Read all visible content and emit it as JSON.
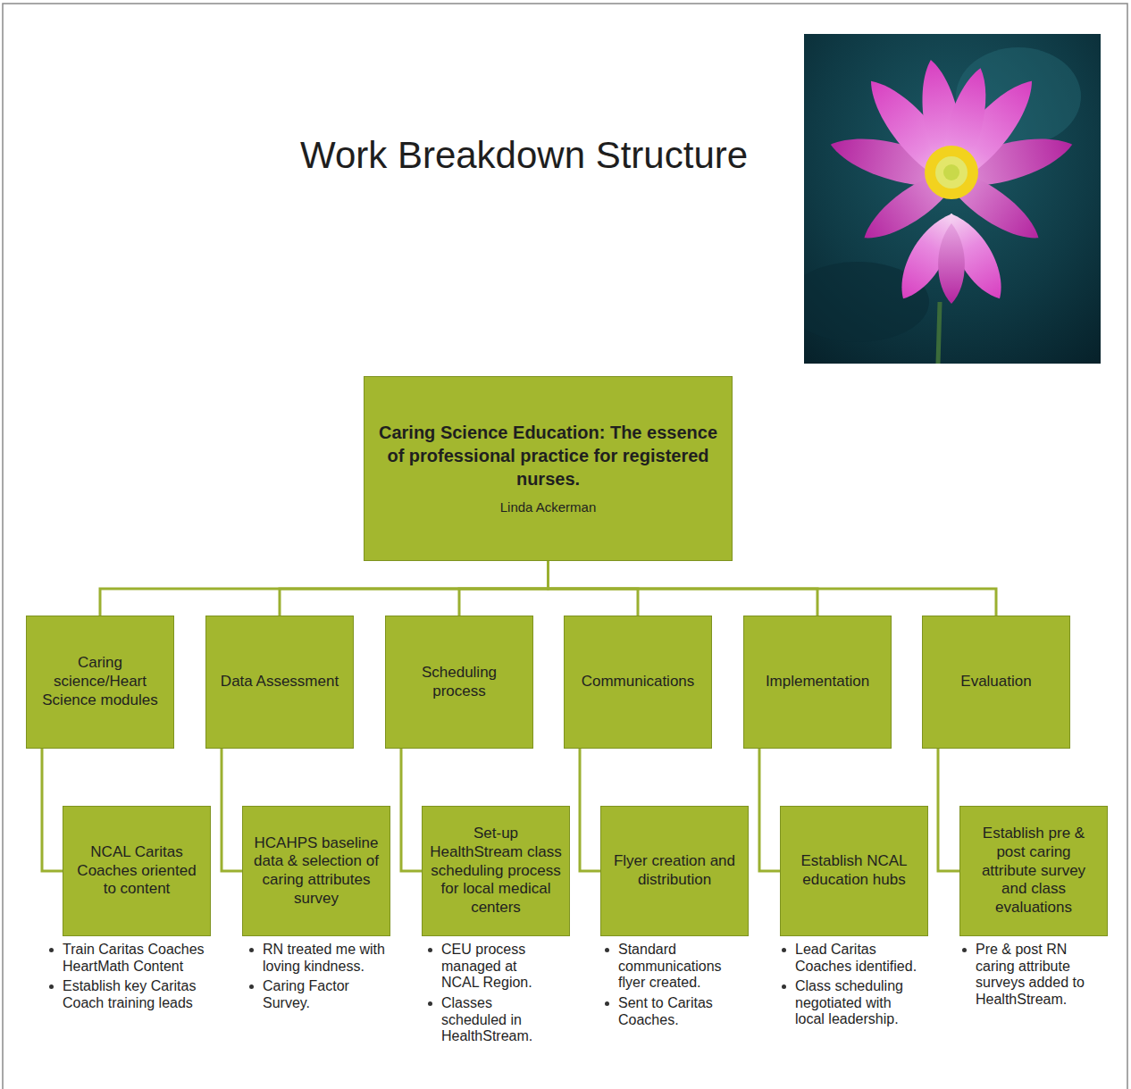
{
  "diagram": {
    "title": "Work Breakdown Structure",
    "nodes": [
      {
        "text": [
          "Caring Science Education: The essence of professional practice for registered nurses.",
          "Linda Ackerman"
        ]
      },
      {
        "text": [
          "Caring science/Heart Science modules"
        ]
      },
      {
        "text": [
          "Data Assessment"
        ]
      },
      {
        "text": [
          "Scheduling process"
        ]
      },
      {
        "text": [
          "Communications"
        ]
      },
      {
        "text": [
          "Implementation"
        ]
      },
      {
        "text": [
          "Evaluation"
        ]
      },
      {
        "text": [
          "NCAL Caritas Coaches oriented to content"
        ]
      },
      {
        "text": [
          "HCAHPS baseline data & selection of caring attributes survey"
        ]
      },
      {
        "text": [
          "Set-up HealthStream class scheduling process for local medical centers"
        ]
      },
      {
        "text": [
          "Flyer creation and distribution"
        ]
      },
      {
        "text": [
          "Establish NCAL education hubs"
        ]
      },
      {
        "text": [
          "Establish pre & post caring attribute survey and class evaluations"
        ]
      }
    ],
    "edges": [
      {
        "from": 0,
        "to": 1,
        "arrow": "none"
      },
      {
        "from": 0,
        "to": 2,
        "arrow": "none"
      },
      {
        "from": 0,
        "to": 3,
        "arrow": "none"
      },
      {
        "from": 0,
        "to": 4,
        "arrow": "none"
      },
      {
        "from": 0,
        "to": 5,
        "arrow": "none"
      },
      {
        "from": 0,
        "to": 6,
        "arrow": "none"
      },
      {
        "from": 1,
        "to": 7,
        "arrow": "none"
      },
      {
        "from": 2,
        "to": 8,
        "arrow": "none"
      },
      {
        "from": 3,
        "to": 9,
        "arrow": "none"
      },
      {
        "from": 4,
        "to": 10,
        "arrow": "none"
      },
      {
        "from": 5,
        "to": 11,
        "arrow": "none"
      },
      {
        "from": 6,
        "to": 12,
        "arrow": "none"
      }
    ],
    "labels": [
      "Train Caritas Coaches HeartMath Content",
      "Establish key Caritas Coach training leads",
      "RN treated me with loving kindness.",
      "Caring Factor Survey.",
      "CEU process managed at NCAL Region.",
      "Classes scheduled in HealthStream.",
      "Standard communications flyer created.",
      "Sent to Caritas Coaches.",
      "Lead Caritas Coaches identified.",
      "Class scheduling negotiated with local leadership.",
      "Pre & post RN caring attribute surveys added to HealthStream."
    ]
  }
}
